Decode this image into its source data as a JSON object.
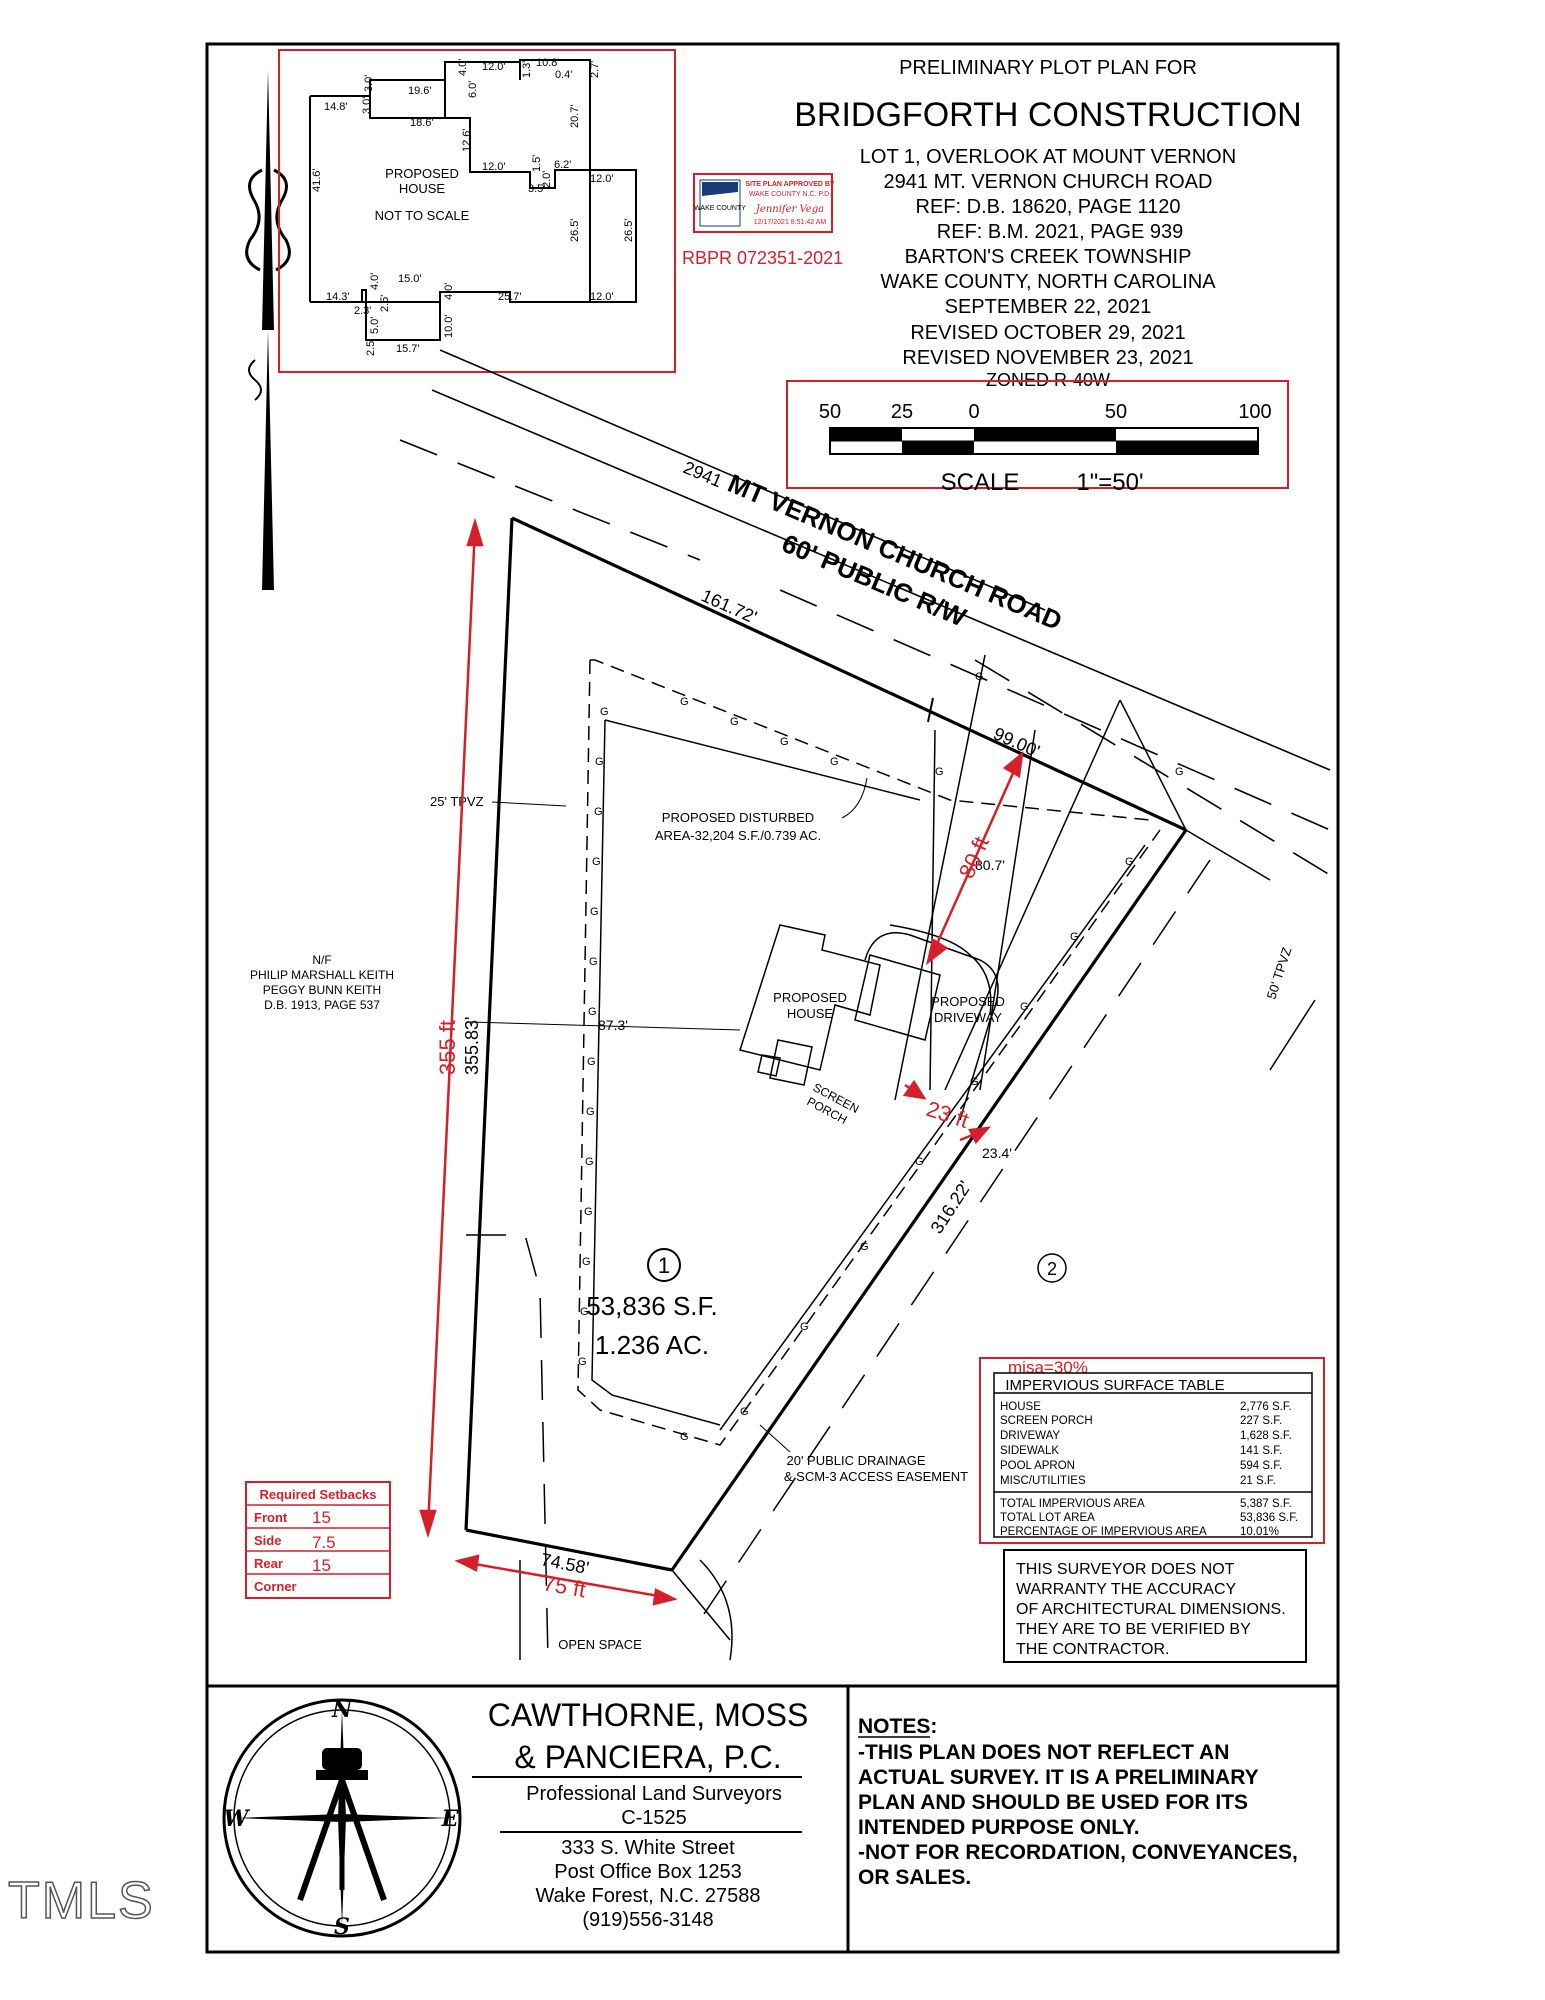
{
  "title": {
    "line1": "PRELIMINARY PLOT PLAN FOR",
    "company": "BRIDGFORTH CONSTRUCTION",
    "lines": [
      "LOT 1, OVERLOOK AT MOUNT VERNON",
      "2941 MT. VERNON CHURCH ROAD",
      "REF: D.B. 18620, PAGE 1120",
      "REF: B.M. 2021, PAGE 939",
      "BARTON'S CREEK TOWNSHIP",
      "WAKE COUNTY, NORTH CAROLINA",
      "SEPTEMBER 22, 2021",
      "REVISED OCTOBER 29, 2021",
      "REVISED NOVEMBER 23, 2021",
      "ZONED R-40W"
    ]
  },
  "stamp": {
    "line1": "SITE PLAN APPROVED BY",
    "line2": "WAKE COUNTY N.C. P.D.",
    "logo": "WAKE COUNTY",
    "signature": "Jennifer Vega",
    "datetime": "12/17/2021 8:51:42 AM",
    "permit": "RBPR 072351-2021"
  },
  "scale": {
    "ticks": [
      "50",
      "25",
      "0",
      "50",
      "100"
    ],
    "label": "SCALE",
    "ratio": "1\"=50'"
  },
  "inset": {
    "house_label": [
      "PROPOSED",
      "HOUSE"
    ],
    "note": "NOT TO SCALE",
    "dims": [
      "12.0'",
      "10.8'",
      "0.4'",
      "2.7'",
      "4.0'",
      "3.0'",
      "19.6'",
      "14.8'",
      "3.0'",
      "18.6'",
      "6.0'",
      "1.3'",
      "20.7'",
      "12.6'",
      "12.0'",
      "1.5'",
      "6.2'",
      "2.0'",
      "3.5'",
      "12.0'",
      "41.6'",
      "26.5'",
      "26.5'",
      "15.0'",
      "4.0'",
      "14.3'",
      "2.3'",
      "2.5'",
      "4.0'",
      "25.7'",
      "12.0'",
      "5.0'",
      "10.0'",
      "2.5'",
      "15.7'"
    ]
  },
  "road": {
    "number": "2941",
    "name": "MT VERNON CHURCH ROAD",
    "row": "60' PUBLIC R/W"
  },
  "lot": {
    "number": "1",
    "area_sf": "53,836 S.F.",
    "area_ac": "1.236 AC.",
    "neighbor_lot": "2",
    "front_dim": "161.72'",
    "front_dim2": "99.00'",
    "left_dim": "355.83'",
    "right_dim": "316.22'",
    "rear_dim": "74.58'",
    "dim_87": "87.3'",
    "dim_807": "80.7'",
    "dim_234": "23.4'",
    "tpvz": "25' TPVZ",
    "tpvz50": "50' TPVZ",
    "disturbed": [
      "PROPOSED DISTURBED",
      "AREA-32,204 S.F./0.739 AC."
    ],
    "house": [
      "PROPOSED",
      "HOUSE"
    ],
    "driveway": [
      "PROPOSED",
      "DRIVEWAY"
    ],
    "porch": [
      "SCREEN",
      "PORCH"
    ],
    "owner": [
      "N/F",
      "PHILIP MARSHALL KEITH",
      "PEGGY BUNN KEITH",
      "D.B. 1913, PAGE 537"
    ],
    "easement": [
      "20' PUBLIC DRAINAGE",
      "& SCM-3 ACCESS EASEMENT"
    ],
    "open_space": "OPEN SPACE",
    "g_mark": "G"
  },
  "annotations": {
    "left_ft": "355 ft",
    "front_ft": "80 ft",
    "side_ft": "23 ft",
    "rear_ft": "75 ft"
  },
  "setbacks": {
    "title": "Required Setbacks",
    "rows": [
      {
        "label": "Front",
        "value": "15"
      },
      {
        "label": "Side",
        "value": "7.5"
      },
      {
        "label": "Rear",
        "value": "15"
      },
      {
        "label": "Corner",
        "value": ""
      }
    ]
  },
  "impervious": {
    "misa": "misa=30%",
    "title": "IMPERVIOUS SURFACE TABLE",
    "rows": [
      {
        "label": "HOUSE",
        "value": "2,776 S.F."
      },
      {
        "label": "SCREEN PORCH",
        "value": "227 S.F."
      },
      {
        "label": "DRIVEWAY",
        "value": "1,628 S.F."
      },
      {
        "label": "SIDEWALK",
        "value": "141 S.F."
      },
      {
        "label": "POOL APRON",
        "value": "594 S.F."
      },
      {
        "label": "MISC/UTILITIES",
        "value": "21 S.F."
      }
    ],
    "totals": [
      {
        "label": "TOTAL IMPERVIOUS AREA",
        "value": "5,387 S.F."
      },
      {
        "label": "TOTAL LOT AREA",
        "value": "53,836 S.F."
      },
      {
        "label": "PERCENTAGE OF IMPERVIOUS AREA",
        "value": "10.01%"
      }
    ]
  },
  "disclaimer": [
    "THIS SURVEYOR DOES NOT",
    "WARRANTY THE ACCURACY",
    "OF ARCHITECTURAL DIMENSIONS.",
    "THEY ARE TO BE VERIFIED BY",
    "THE CONTRACTOR."
  ],
  "surveyor": {
    "name1": "CAWTHORNE, MOSS",
    "name2": "& PANCIERA, P.C.",
    "subtitle": "Professional Land Surveyors",
    "license": "C-1525",
    "address": [
      "333 S. White Street",
      "Post Office Box 1253",
      "Wake Forest, N.C. 27588",
      "(919)556-3148"
    ]
  },
  "compass": {
    "n": "N",
    "s": "S",
    "e": "E",
    "w": "W"
  },
  "notes": {
    "title": "NOTES:",
    "lines": [
      "-THIS PLAN DOES NOT REFLECT AN",
      "ACTUAL SURVEY. IT IS A PRELIMINARY",
      "PLAN AND SHOULD BE USED FOR ITS",
      "INTENDED PURPOSE ONLY.",
      "-NOT FOR RECORDATION, CONVEYANCES,",
      "OR SALES."
    ]
  },
  "watermark": "TMLS",
  "colors": {
    "annotation_red": "#d3202a",
    "line": "#000000"
  }
}
